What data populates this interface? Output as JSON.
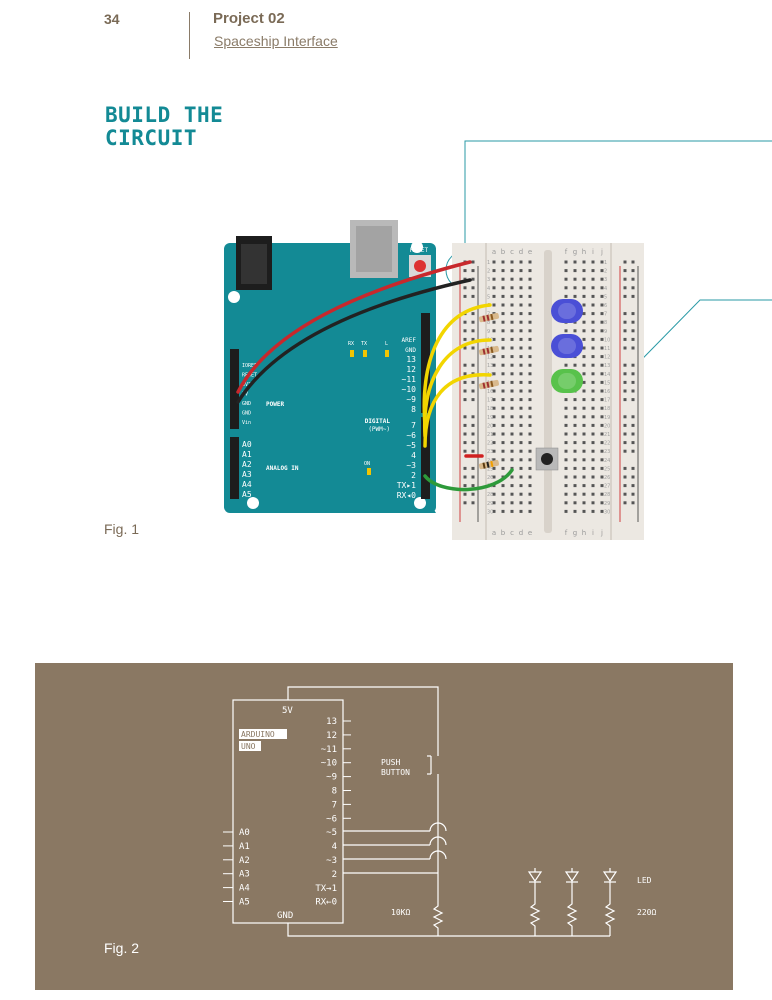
{
  "header": {
    "page_number": "34",
    "project": "Project 02",
    "subtitle": "Spaceship Interface"
  },
  "section_title": [
    "BUILD THE",
    "CIRCUIT"
  ],
  "fig1": {
    "caption": "Fig. 1",
    "arduino": {
      "reset": "RESET",
      "power_pins": [
        "IOREF",
        "RESET",
        "3V3",
        "5V",
        "GND",
        "GND",
        "Vin"
      ],
      "power_label": "POWER",
      "analog_pins": [
        "A0",
        "A1",
        "A2",
        "A3",
        "A4",
        "A5"
      ],
      "analog_label": "ANALOG IN",
      "leds_top": [
        "RX",
        "TX",
        "L"
      ],
      "on_label": "ON",
      "digital_top": [
        "AREF",
        "GND",
        "13",
        "12",
        "~11",
        "~10",
        "~9",
        "8"
      ],
      "digital_bottom": [
        "7",
        "~6",
        "~5",
        "4",
        "~3",
        "2",
        "TX▸1",
        "RX◂0"
      ],
      "digital_label": "DIGITAL",
      "pwm_label": "(PWM~)"
    },
    "breadboard": {
      "cols_left": [
        "a",
        "b",
        "c",
        "d",
        "e"
      ],
      "cols_right": [
        "f",
        "g",
        "h",
        "i",
        "j"
      ],
      "rows": 30,
      "led_colors": [
        "#4a4fd6",
        "#4a4fd6",
        "#58c24b"
      ]
    },
    "colors": {
      "board": "#138a95",
      "wire_red": "#c8282c",
      "wire_black": "#222222",
      "wire_yellow": "#f2d500",
      "wire_green": "#2e9a3a",
      "callout": "#2a9aa6"
    }
  },
  "fig2": {
    "caption": "Fig. 2",
    "background": "#8a7863",
    "arduino_label": [
      "ARDUINO",
      "UNO"
    ],
    "v5": "5V",
    "gnd": "GND",
    "digital_pins": [
      "13",
      "12",
      "~11",
      "~10",
      "~9",
      "8",
      "7",
      "~6",
      "~5",
      "4",
      "~3",
      "2",
      "TX→1",
      "RX←0"
    ],
    "analog_pins": [
      "A0",
      "A1",
      "A2",
      "A3",
      "A4",
      "A5"
    ],
    "push_button": [
      "PUSH",
      "BUTTON"
    ],
    "resistor_10k": "10KΩ",
    "led_label": "LED",
    "resistor_220": "220Ω"
  }
}
